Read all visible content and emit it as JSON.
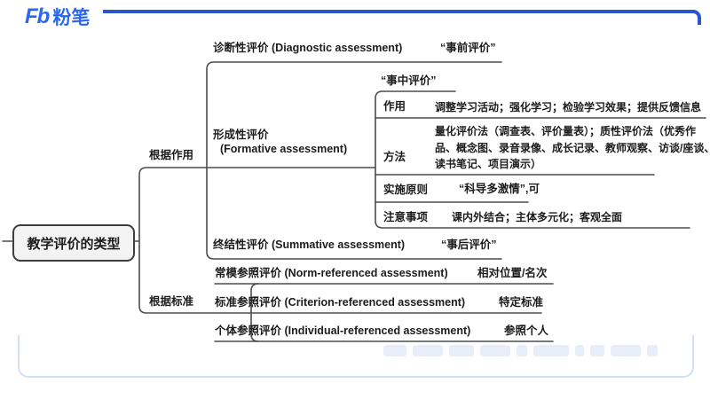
{
  "header": {
    "logo_mark": "Fb",
    "logo_text": "粉笔"
  },
  "mindmap": {
    "root": "教学评价的类型",
    "branch_function": {
      "label": "根据作用",
      "diagnostic": {
        "zh": "诊断性评价",
        "en": "(Diagnostic assessment)",
        "note": "“事前评价”"
      },
      "formative": {
        "zh": "形成性评价",
        "en": "(Formative assessment)",
        "note": "“事中评价”",
        "rows": [
          {
            "label": "作用",
            "text": "调整学习活动；强化学习；检验学习效果；提供反馈信息"
          },
          {
            "label": "方法",
            "text": "量化评价法（调查表、评价量表）；质性评价法（优秀作品、概念图、录音录像、成长记录、教师观察、访谈/座谈、读书笔记、项目演示）"
          },
          {
            "label": "实施原则",
            "text": "“科导多激情”,可"
          },
          {
            "label": "注意事项",
            "text": "课内外结合；主体多元化；客观全面"
          }
        ]
      },
      "summative": {
        "zh": "终结性评价",
        "en": "(Summative assessment)",
        "note": "“事后评价”"
      }
    },
    "branch_standard": {
      "label": "根据标准",
      "rows": [
        {
          "zh": "常模参照评价",
          "en": "(Norm-referenced assessment)",
          "note": "相对位置/名次"
        },
        {
          "zh": "标准参照评价",
          "en": "(Criterion-referenced assessment)",
          "note": "特定标准"
        },
        {
          "zh": "个体参照评价",
          "en": "(Individual-referenced assessment)",
          "note": "参照个人"
        }
      ]
    }
  }
}
